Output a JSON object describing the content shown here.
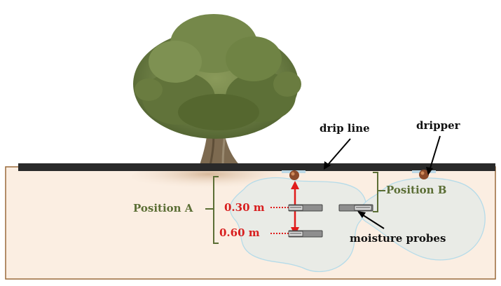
{
  "labels": {
    "drip_line": "drip line",
    "dripper": "dripper",
    "position_a": "Position A",
    "position_b": "Position B",
    "depth_1": "0.30 m",
    "depth_2": "0.60 m",
    "moisture_probes": "moisture probes"
  },
  "colors": {
    "soil_fill": "#fbeee2",
    "soil_border": "#9a6a3a",
    "drip_line": "#2a2a2a",
    "wet_zone_fill": "#e9ebe6",
    "wet_zone_border": "#b5dbe9",
    "position_bracket": "#5b6e35",
    "depth_text": "#d81e1e",
    "foliage": "#6d7f45",
    "trunk": "#7d6a50",
    "dripper": "#8b4a2a",
    "probe": "#8e8e8e"
  },
  "icons": [
    "olive-tree-icon",
    "dripper-icon",
    "moisture-probe-icon"
  ]
}
